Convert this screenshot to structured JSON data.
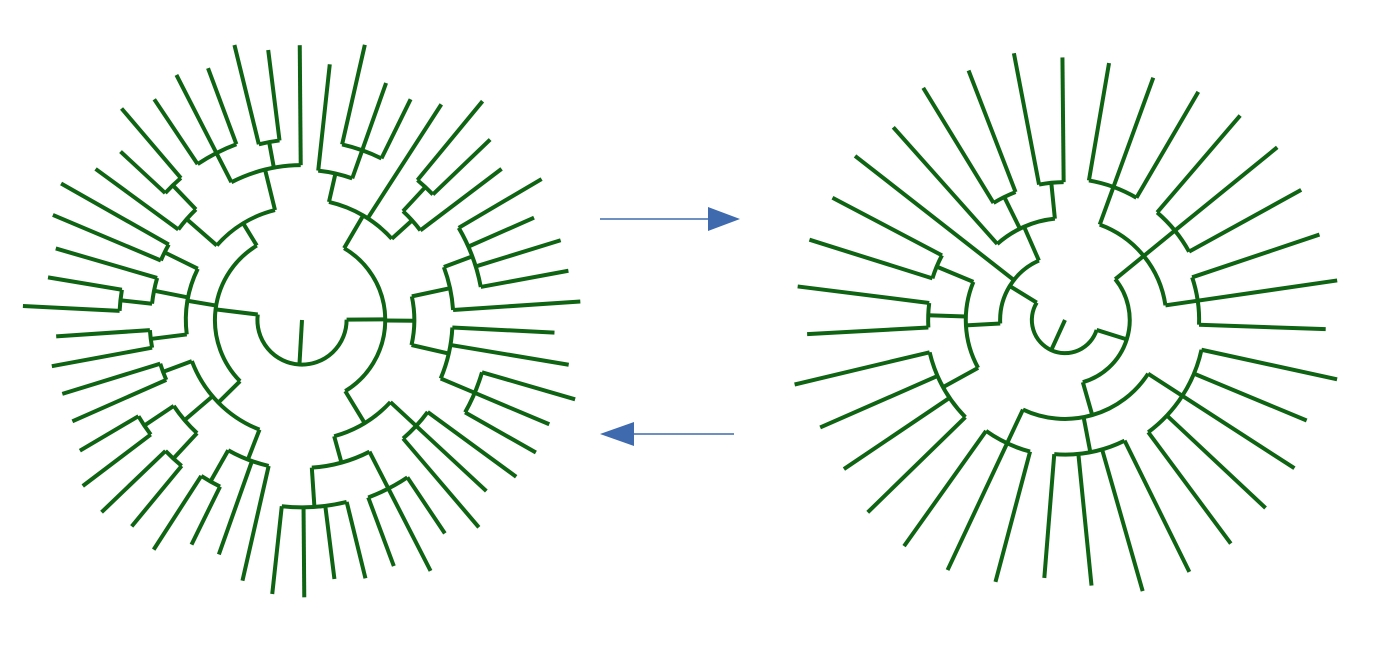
{
  "colors": {
    "branch": "#0f6414",
    "arrow": "#3f6aae",
    "background": "#ffffff"
  },
  "diagram": {
    "type": "circular-tree-comparison",
    "left_tree": {
      "name": "detailed-circular-phylogeny",
      "leaf_count": 54,
      "inner_levels": 4
    },
    "right_tree": {
      "name": "simplified-circular-phylogeny",
      "leaf_count": 35,
      "inner_levels": 3
    },
    "arrows": [
      {
        "name": "forward-arrow",
        "direction": "right"
      },
      {
        "name": "backward-arrow",
        "direction": "left"
      }
    ]
  }
}
